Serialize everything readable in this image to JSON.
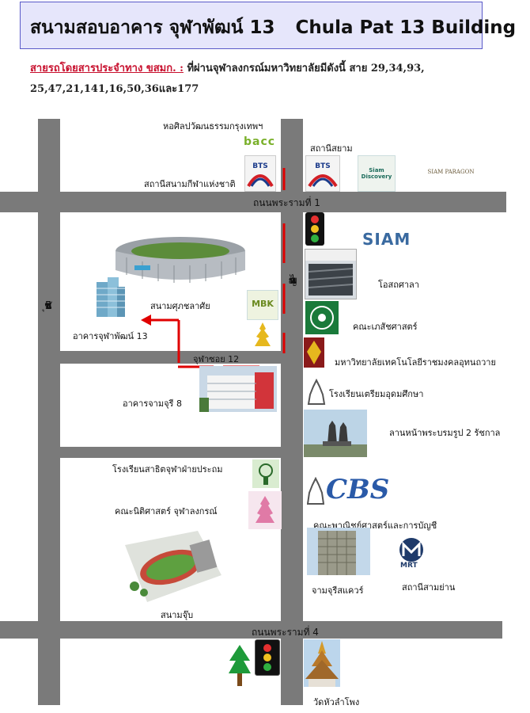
{
  "title": {
    "thai": "สนามสอบอาคาร จุฬาพัฒน์ 13",
    "english": "Chula Pat 13 Building"
  },
  "bus_info": {
    "label": "สายรถโดยสารประจำทาง ขสมก. :",
    "text": " ที่ผ่านจุฬาลงกรณ์มหาวิทยาลัยมีดังนี้ สาย 29,34,93, 25,47,21,141,16,50,36และ177"
  },
  "roads": {
    "rama1": "ถนนพระรามที่ 1",
    "rama4": "ถนนพระรามที่ 4",
    "phayathai": [
      "ถ",
      "น",
      "น",
      "พ",
      "ญ",
      "า",
      "ไ",
      "ท"
    ],
    "chula_soi5": [
      "ถ",
      "น",
      "น",
      "จ",
      "ุฬ",
      "า",
      "ซ",
      "อ",
      "ย",
      "5"
    ],
    "chula_soi12": "จุฬาซอย 12"
  },
  "places": {
    "bacc_museum": "หอศิลปวัฒนธรรมกรุงเทพฯ",
    "bacc_logo": "bacc",
    "siam_station": "สถานีสยาม",
    "national_stadium_station": "สถานีสนามกีฬาแห่งชาติ",
    "bts": "BTS",
    "discovery": "Siam Discovery",
    "paragon": "SIAM PARAGON",
    "siam_logo": "SIAM",
    "odeon": "โอสถศาลา",
    "supachalasai": "สนามศุภชลาศัย",
    "mbk": "MBK",
    "chulapat13": "อาคารจุฬาพัฒน์ 13",
    "pharmacy": "คณะเภสัชศาสตร์",
    "rmutk": "มหาวิทยาลัยเทคโนโลยีราชมงคลอุทนถวาย",
    "triam_udom": "โรงเรียนเตรียมอุดมศึกษา",
    "chamchuri8": "อาคารจามจุรี 8",
    "monument": "ลานหน้าพระบรมรูป 2 รัชกาล",
    "satit": "โรงเรียนสาธิตจุฬาฝ่ายประถม",
    "law": "คณะนิติศาสตร์ จุฬาลงกรณ์",
    "cbs_logo": "CBS",
    "cbs": "คณะพาณิชย์ศาสตร์และการบัญชี",
    "chamchuri_square": "จามจุรีสแควร์",
    "mrt": "MRT",
    "samyan_station": "สถานีสามย่าน",
    "chub_stadium": "สนามจุ๊บ",
    "hualamphong_temple": "วัดหัวลำโพง"
  },
  "colors": {
    "road": "#7a7a7a",
    "route": "#e00000",
    "title_bg": "#e6e6fb",
    "title_border": "#5a5ac8"
  }
}
